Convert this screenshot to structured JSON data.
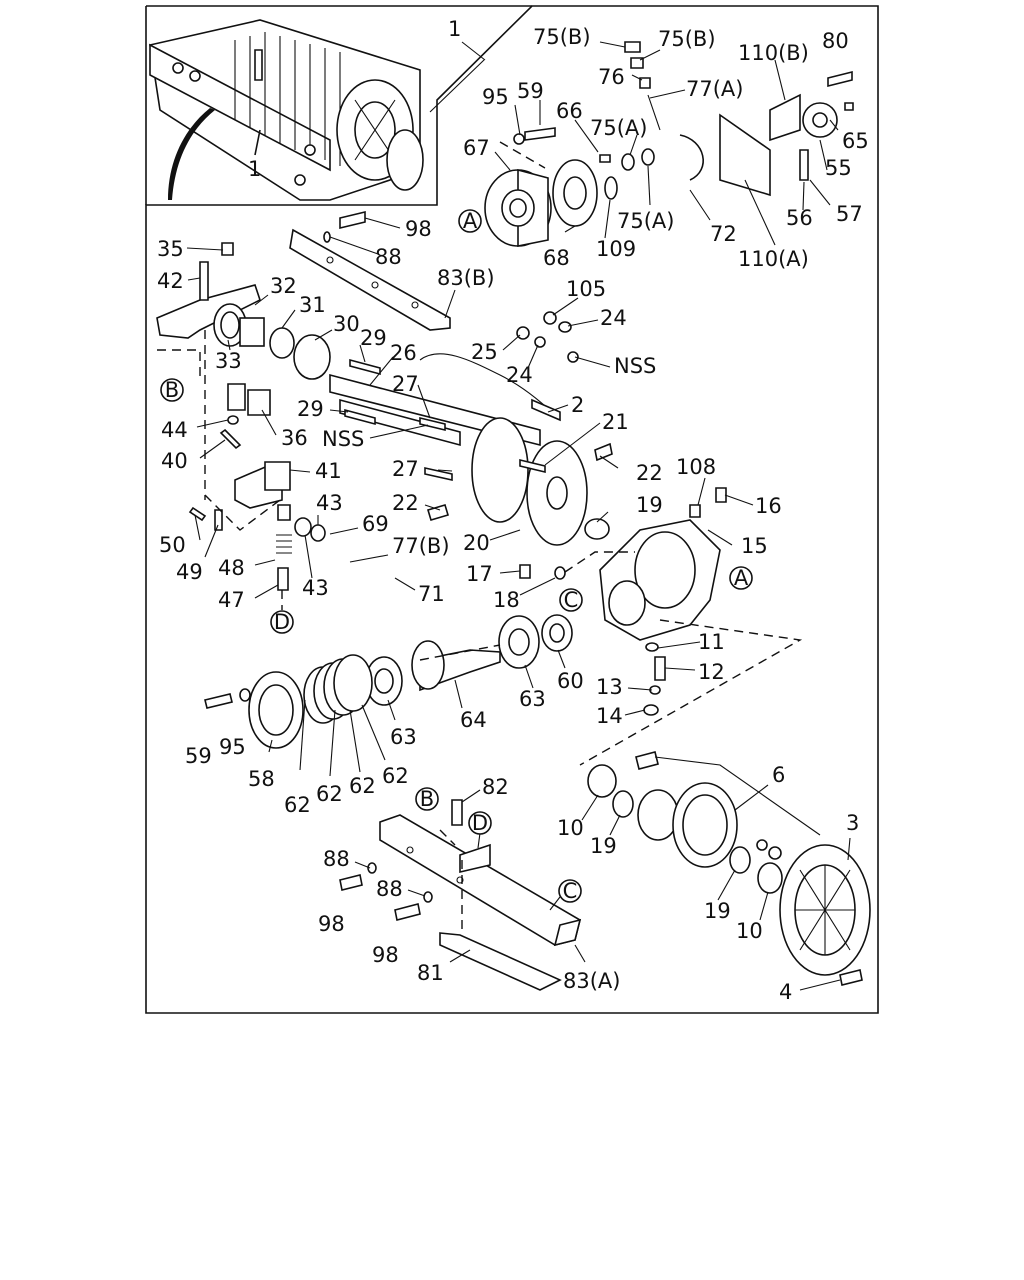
{
  "callouts": {
    "A1": "A",
    "A2": "A",
    "B1": "B",
    "B2": "B",
    "C1": "C",
    "C2": "C",
    "D1": "D",
    "D2": "D"
  },
  "labels": {
    "l1_top": "1",
    "l1_inset": "1",
    "l75b_a": "75(B)",
    "l75b_b": "75(B)",
    "l110b": "110(B)",
    "l80": "80",
    "l76": "76",
    "l77a": "77(A)",
    "l95_top": "95",
    "l59_top": "59",
    "l66": "66",
    "l75a_a": "75(A)",
    "l67": "67",
    "l65": "65",
    "l55": "55",
    "l56": "56",
    "l57": "57",
    "l75a_b": "75(A)",
    "l72": "72",
    "l110a": "110(A)",
    "l68": "68",
    "l109": "109",
    "l98_a": "98",
    "l88_a": "88",
    "l35": "35",
    "l42": "42",
    "l83b": "83(B)",
    "l32": "32",
    "l31": "31",
    "l30": "30",
    "l29_a": "29",
    "l105": "105",
    "l24_a": "24",
    "l25": "25",
    "l24_b": "24",
    "nss_a": "NSS",
    "l26": "26",
    "l33": "33",
    "l27_a": "27",
    "l2": "2",
    "l29_b": "29",
    "l21": "21",
    "l44": "44",
    "l36": "36",
    "nss_b": "NSS",
    "l40": "40",
    "l22_a": "22",
    "l27_b": "27",
    "l41": "41",
    "l108": "108",
    "l16": "16",
    "l22_b": "22",
    "l19_a": "19",
    "l43_a": "43",
    "l69": "69",
    "l50": "50",
    "l20": "20",
    "l15": "15",
    "l49": "49",
    "l77b": "77(B)",
    "l48": "48",
    "l17": "17",
    "l43_b": "43",
    "l71": "71",
    "l47": "47",
    "l18": "18",
    "l11": "11",
    "l60": "60",
    "l12": "12",
    "l13": "13",
    "l14": "14",
    "l63_a": "63",
    "l64": "64",
    "l59_b": "59",
    "l95_b": "95",
    "l63_b": "63",
    "l58": "58",
    "l62_a": "62",
    "l62_b": "62",
    "l62_c": "62",
    "l62_d": "62",
    "l6": "6",
    "l82": "82",
    "l3": "3",
    "l10_a": "10",
    "l19_b": "19",
    "l88_b": "88",
    "l88_c": "88",
    "l98_b": "98",
    "l98_c": "98",
    "l19_c": "19",
    "l10_b": "10",
    "l81": "81",
    "l83a": "83(A)",
    "l4": "4"
  }
}
